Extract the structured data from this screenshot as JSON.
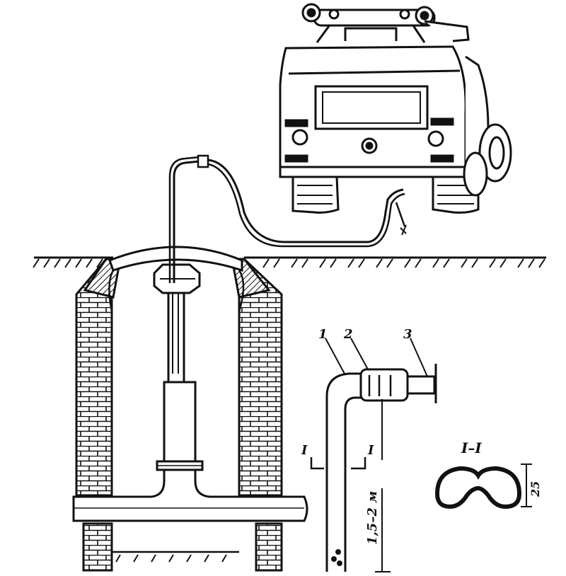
{
  "labels": {
    "part1": "1",
    "part2": "2",
    "part3": "3",
    "section_left": "I",
    "section_right": "I",
    "section_title": "I–I",
    "length": "1,5–2 м",
    "dimension": "25"
  },
  "colors": {
    "ink": "#111111",
    "paper": "#ffffff"
  }
}
